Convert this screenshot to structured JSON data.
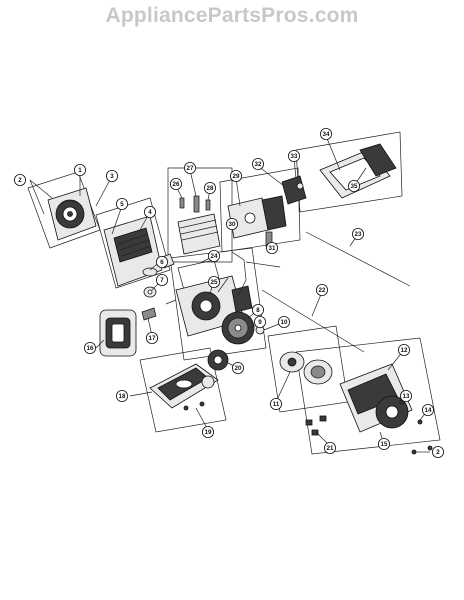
{
  "watermark": "AppliancePartsPros.com",
  "callouts": [
    "1",
    "2",
    "3",
    "4",
    "5",
    "6",
    "7",
    "8",
    "9",
    "10",
    "11",
    "12",
    "13",
    "14",
    "15",
    "16",
    "17",
    "18",
    "19",
    "20",
    "21",
    "22",
    "23",
    "24",
    "25",
    "26",
    "27",
    "28",
    "29",
    "30",
    "31",
    "32",
    "33",
    "34",
    "35"
  ]
}
